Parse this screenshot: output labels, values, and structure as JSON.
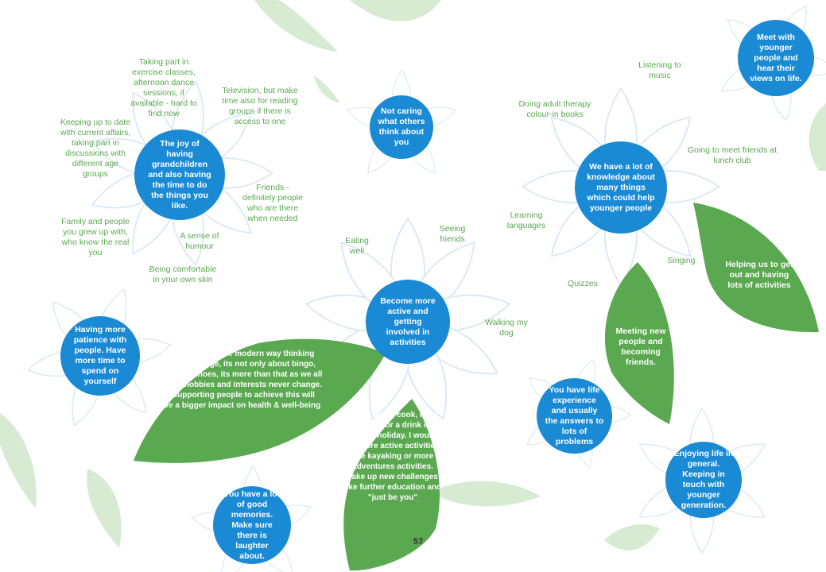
{
  "colors": {
    "bubble": "#1a8ad4",
    "leaf_dark": "#5aa850",
    "leaf_light": "#cfe8c9",
    "petal_outline": "#dbe9f3",
    "text_green": "#5aa850"
  },
  "bubbles": {
    "center": "Become more active and getting involved in activities",
    "joy": "The joy of having grandchildren and also having the time to do the things you like.",
    "not_caring": "Not caring what others think about you",
    "knowledge": "We have a lot of knowledge about many things which could help younger people",
    "meet_younger": "Meet with younger people and hear their views on life.",
    "patience": "Having more patience with people. Have more time to spend on yourself",
    "life_experience": "You have life experience and usually the answers to lots of problems",
    "enjoying": "Enjoying life in general. Keeping in touch with younger generation.",
    "memories": "You have a lot of good memories. Make sure there is laughter about."
  },
  "petals": {
    "exercise": "Taking part in exercise classes, afternoon dance sessions, if available - hard to find now",
    "television": "Television, but make time also for reading groups if there is access to one",
    "current_affairs": "Keeping up to date with current affairs, taking part in discussions with different age groups",
    "friends": "Friends - definitely people who are there when needed",
    "family": "Family and people you grew up with, who know the real you",
    "humour": "A sense of humour",
    "comfortable": "Being comfortable in your own skin",
    "eating": "Eating well",
    "seeing_friends": "Seeing friends",
    "walking": "Walking my dog",
    "listening": "Listening to music",
    "adult_therapy": "Doing adult therapy colour-in books",
    "lunch_club": "Going to meet friends at lunch club",
    "languages": "Learning languages",
    "singing": "Singing",
    "quizzes": "Quizzes"
  },
  "leaves": {
    "helping": "Helping us to get out and having lots of activities",
    "meeting_new": "Meeting new people and becoming friends.",
    "modern_way": "By becoming more modern way thinking about older age, its not only about bingo, cards, dominoes, its more than that as we all age our hobbies and interests never change. By supporting people to achieve this will have a bigger impact on health & well-being",
    "walk_paint": "I walk, paint, cook, meet friends for a drink or coffee, holiday. I would try more active activities like kayaking or more adventures activities. Take up new challenges like further education and \"just be you\""
  },
  "page_number": "57"
}
